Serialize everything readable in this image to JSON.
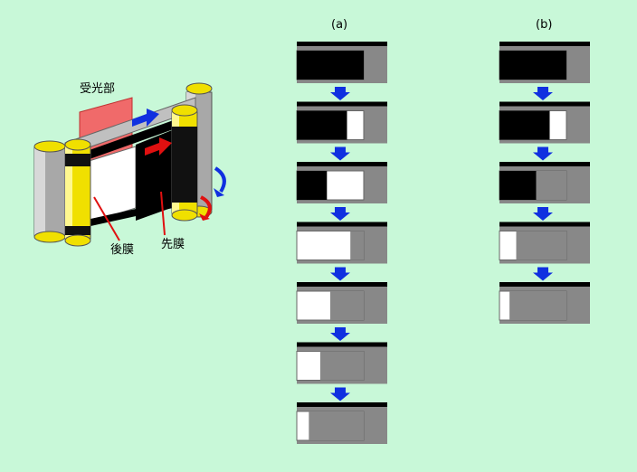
{
  "illustration": {
    "label_receiver": "受光部",
    "label_rear_curtain": "後膜",
    "label_front_curtain": "先膜"
  },
  "sequence_a": {
    "label": "(a)",
    "frames": [
      {
        "front_open": 0.0,
        "rear_close": 0.0
      },
      {
        "front_open": 0.25,
        "rear_close": 0.0
      },
      {
        "front_open": 0.55,
        "rear_close": 0.0
      },
      {
        "front_open": 1.0,
        "rear_close": 0.2
      },
      {
        "front_open": 1.0,
        "rear_close": 0.5
      },
      {
        "front_open": 1.0,
        "rear_close": 0.65
      },
      {
        "front_open": 1.0,
        "rear_close": 0.82
      }
    ]
  },
  "sequence_b": {
    "label": "(b)",
    "frames": [
      {
        "front_open": 0.0,
        "rear_close": 0.0
      },
      {
        "front_open": 0.25,
        "rear_close": 0.0
      },
      {
        "front_open": 0.45,
        "rear_close": 0.45
      },
      {
        "front_open": 1.0,
        "rear_close": 0.75
      },
      {
        "front_open": 1.0,
        "rear_close": 0.85
      }
    ]
  },
  "colors": {
    "background": "#c8f8d8",
    "shutter_black": "#000000",
    "frame_gray": "#888888",
    "open_white": "#ffffff",
    "arrow_blue": "#1030e0",
    "arrow_red": "#e01010",
    "roller_yellow": "#f0e000",
    "roller_gray": "#b0b0b0",
    "receiver_red": "#f06060"
  }
}
